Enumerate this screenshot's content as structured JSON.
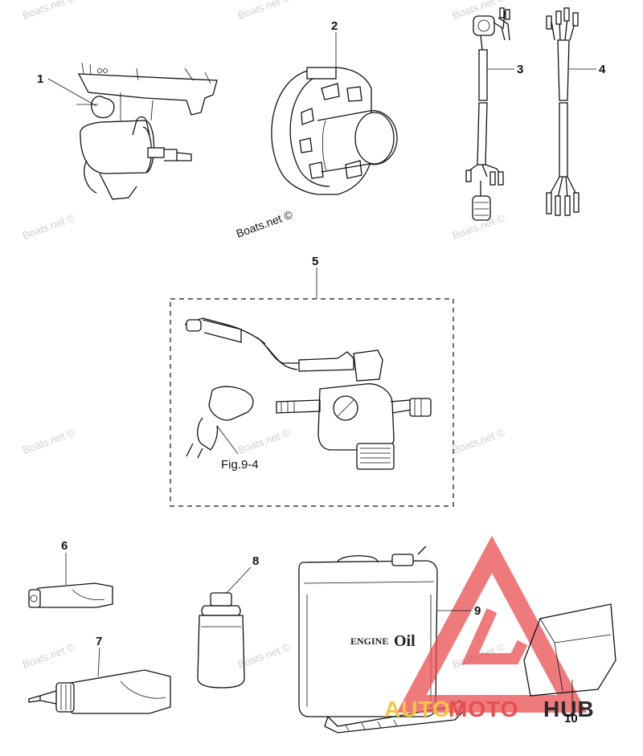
{
  "diagram": {
    "callouts": [
      {
        "id": "1",
        "label": "1"
      },
      {
        "id": "2",
        "label": "2"
      },
      {
        "id": "3",
        "label": "3"
      },
      {
        "id": "4",
        "label": "4"
      },
      {
        "id": "5",
        "label": "5"
      },
      {
        "id": "6",
        "label": "6"
      },
      {
        "id": "7",
        "label": "7"
      },
      {
        "id": "8",
        "label": "8"
      },
      {
        "id": "9",
        "label": "9"
      },
      {
        "id": "10",
        "label": "10"
      }
    ],
    "figure_reference": "Fig.9-4",
    "credit": "Boats.net ©",
    "watermark_text": "Boats.net ©",
    "container_label_small": "ENGINE",
    "container_label_big": "Oil",
    "logo": {
      "part1": "AUTO",
      "part2": "MOTO",
      "part3": "HUB"
    },
    "colors": {
      "logo_red": "#e84d50",
      "logo_yellow": "#f4c542",
      "logo_dark": "#2a2a2a",
      "watermark": "#cfcfcf"
    }
  }
}
